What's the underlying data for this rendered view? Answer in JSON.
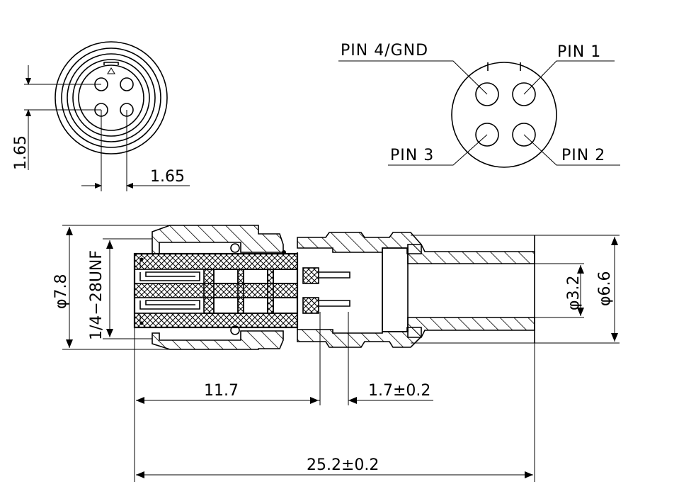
{
  "front_view": {
    "dim_vertical": "1.65",
    "dim_horizontal": "1.65"
  },
  "pin_diagram": {
    "pins": [
      {
        "id": "pin4",
        "label": "PIN 4/GND"
      },
      {
        "id": "pin1",
        "label": "PIN 1"
      },
      {
        "id": "pin3",
        "label": "PIN 3"
      },
      {
        "id": "pin2",
        "label": "PIN 2"
      }
    ]
  },
  "side_view": {
    "dim_outer_diameter": "φ7.8",
    "dim_thread": "1/4−28UNF",
    "dim_cable_inner": "φ3.2",
    "dim_cable_outer": "φ6.6",
    "dim_length_a": "11.7",
    "dim_length_b": "1.7±0.2",
    "dim_total_length": "25.2±0.2"
  }
}
